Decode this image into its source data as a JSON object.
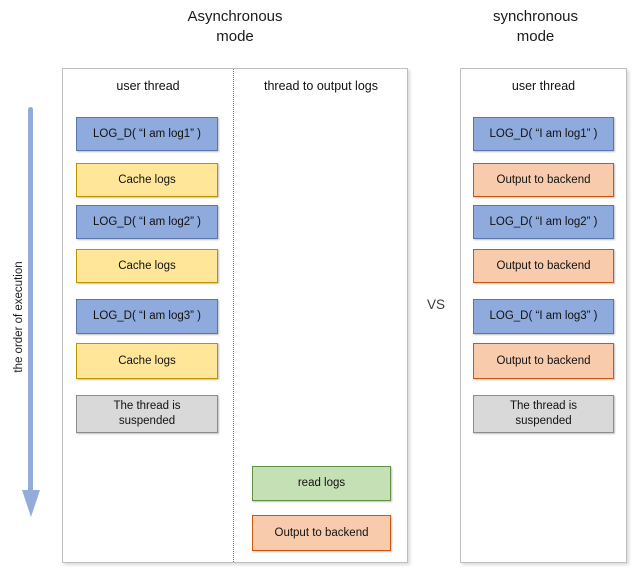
{
  "titles": {
    "async": [
      "Asynchronous",
      "mode"
    ],
    "sync": [
      "synchronous",
      "mode"
    ]
  },
  "vs_label": "VS",
  "execution_arrow_label": "the order of execution",
  "async_panel": {
    "left_column_header": "user thread",
    "right_column_header": "thread to output logs",
    "user_thread_steps": [
      "LOG_D( “I am log1” )",
      "Cache logs",
      "LOG_D( “I am log2” )",
      "Cache logs",
      "LOG_D( “I am log3” )",
      "Cache logs",
      "The thread is suspended"
    ],
    "output_thread_steps": [
      "read logs",
      "Output to backend"
    ]
  },
  "sync_panel": {
    "column_header": "user thread",
    "user_thread_steps": [
      "LOG_D( “I am log1” )",
      "Output to backend",
      "LOG_D( “I am log2” )",
      "Output to backend",
      "LOG_D( “I am log3” )",
      "Output to backend",
      "The thread is suspended"
    ]
  },
  "palette": {
    "log_call_fill": "#8FAADC",
    "log_call_border": "#5B76A8",
    "cache_fill": "#FFE699",
    "cache_border": "#BF9000",
    "output_fill": "#F8CBAD",
    "output_border": "#C55A11",
    "read_fill": "#C5E0B4",
    "read_border": "#628F43",
    "suspended_fill": "#D9D9D9",
    "suspended_border": "#8C8C8C",
    "arrow": "#93ACDB"
  }
}
